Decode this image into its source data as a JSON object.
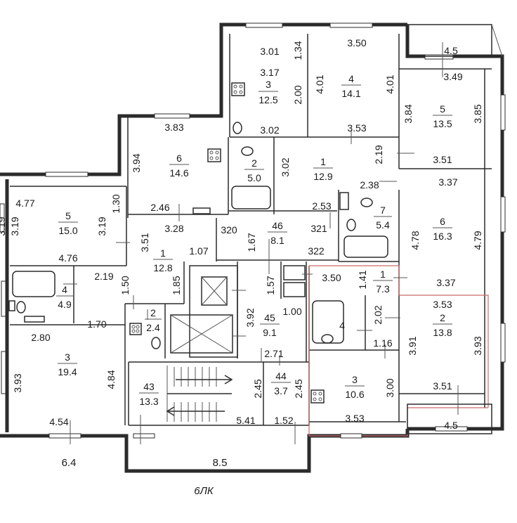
{
  "building_label": "6ЛК",
  "rooms": [
    {
      "id": "r3-top",
      "num": "3",
      "area": "12.5"
    },
    {
      "id": "r4-top",
      "num": "4",
      "area": "14.1"
    },
    {
      "id": "r5-right",
      "num": "5",
      "area": "13.5"
    },
    {
      "id": "r6-left",
      "num": "6",
      "area": "14.6"
    },
    {
      "id": "r2-bath",
      "num": "2",
      "area": "5.0"
    },
    {
      "id": "r1-hall",
      "num": "1",
      "area": "12.9"
    },
    {
      "id": "r7-bath",
      "num": "7",
      "area": "5.4"
    },
    {
      "id": "r6-right",
      "num": "6",
      "area": "16.3"
    },
    {
      "id": "r5-left",
      "num": "5",
      "area": "15.0"
    },
    {
      "id": "r46",
      "num": "46",
      "area": "8.1"
    },
    {
      "id": "r1-left",
      "num": "1",
      "area": "12.8"
    },
    {
      "id": "r4-left",
      "num": "4",
      "area": "4.9"
    },
    {
      "id": "r2-wc",
      "num": "2",
      "area": "2.4"
    },
    {
      "id": "r45",
      "num": "45",
      "area": "9.1"
    },
    {
      "id": "r1-right",
      "num": "1",
      "area": "7.3"
    },
    {
      "id": "r2-right",
      "num": "2",
      "area": "13.8"
    },
    {
      "id": "r4-bath",
      "num": "4",
      "area": ""
    },
    {
      "id": "r3-left",
      "num": "3",
      "area": "19.4"
    },
    {
      "id": "r44",
      "num": "44",
      "area": "3.7"
    },
    {
      "id": "r43",
      "num": "43",
      "area": "13.3"
    },
    {
      "id": "r3-right",
      "num": "3",
      "area": "10.6"
    }
  ],
  "dimensions": {
    "d_301": "3.01",
    "d_134": "1.34",
    "d_317": "3.17",
    "d_200": "2.00",
    "d_302a": "3.02",
    "d_350": "3.50",
    "d_401a": "4.01",
    "d_401b": "4.01",
    "d_353a": "3.53",
    "d_45top": "4.5",
    "d_349": "3.49",
    "d_384": "3.84",
    "d_385": "3.85",
    "d_351a": "3.51",
    "d_219a": "2.19",
    "d_383": "3.83",
    "d_394": "3.94",
    "d_246": "2.46",
    "d_302b": "3.02",
    "d_238": "2.38",
    "d_253": "2.53",
    "d_337a": "3.37",
    "d_478": "4.78",
    "d_479": "4.79",
    "d_337b": "3.37",
    "d_477": "4.77",
    "d_319a": "3.19",
    "d_319b": "3.19",
    "d_130": "1.30",
    "d_476": "4.76",
    "d_319c": "3.19",
    "d_328": "3.28",
    "d_351b": "3.51",
    "d_107": "1.07",
    "d_320": "320",
    "d_167": "1.67",
    "d_321": "321",
    "d_322": "322",
    "d_219b": "2.19",
    "d_150": "1.50",
    "d_185": "1.85",
    "d_170": "1.70",
    "d_157": "1.57",
    "d_392": "3.92",
    "d_100": "1.00",
    "d_271": "2.71",
    "d_350b": "3.50",
    "d_141": "1.41",
    "d_202": "2.02",
    "d_116": "1.16",
    "d_353b": "3.53",
    "d_391": "3.91",
    "d_393": "3.93",
    "d_351c": "3.51",
    "d_280": "2.80",
    "d_393b": "3.93",
    "d_484": "4.84",
    "d_454": "4.54",
    "d_245a": "2.45",
    "d_245b": "2.45",
    "d_541": "5.41",
    "d_152": "1.52",
    "d_300": "3.00",
    "d_353c": "3.53",
    "d_45bot": "4.5",
    "d_64": "6.4",
    "d_85": "8.5"
  }
}
